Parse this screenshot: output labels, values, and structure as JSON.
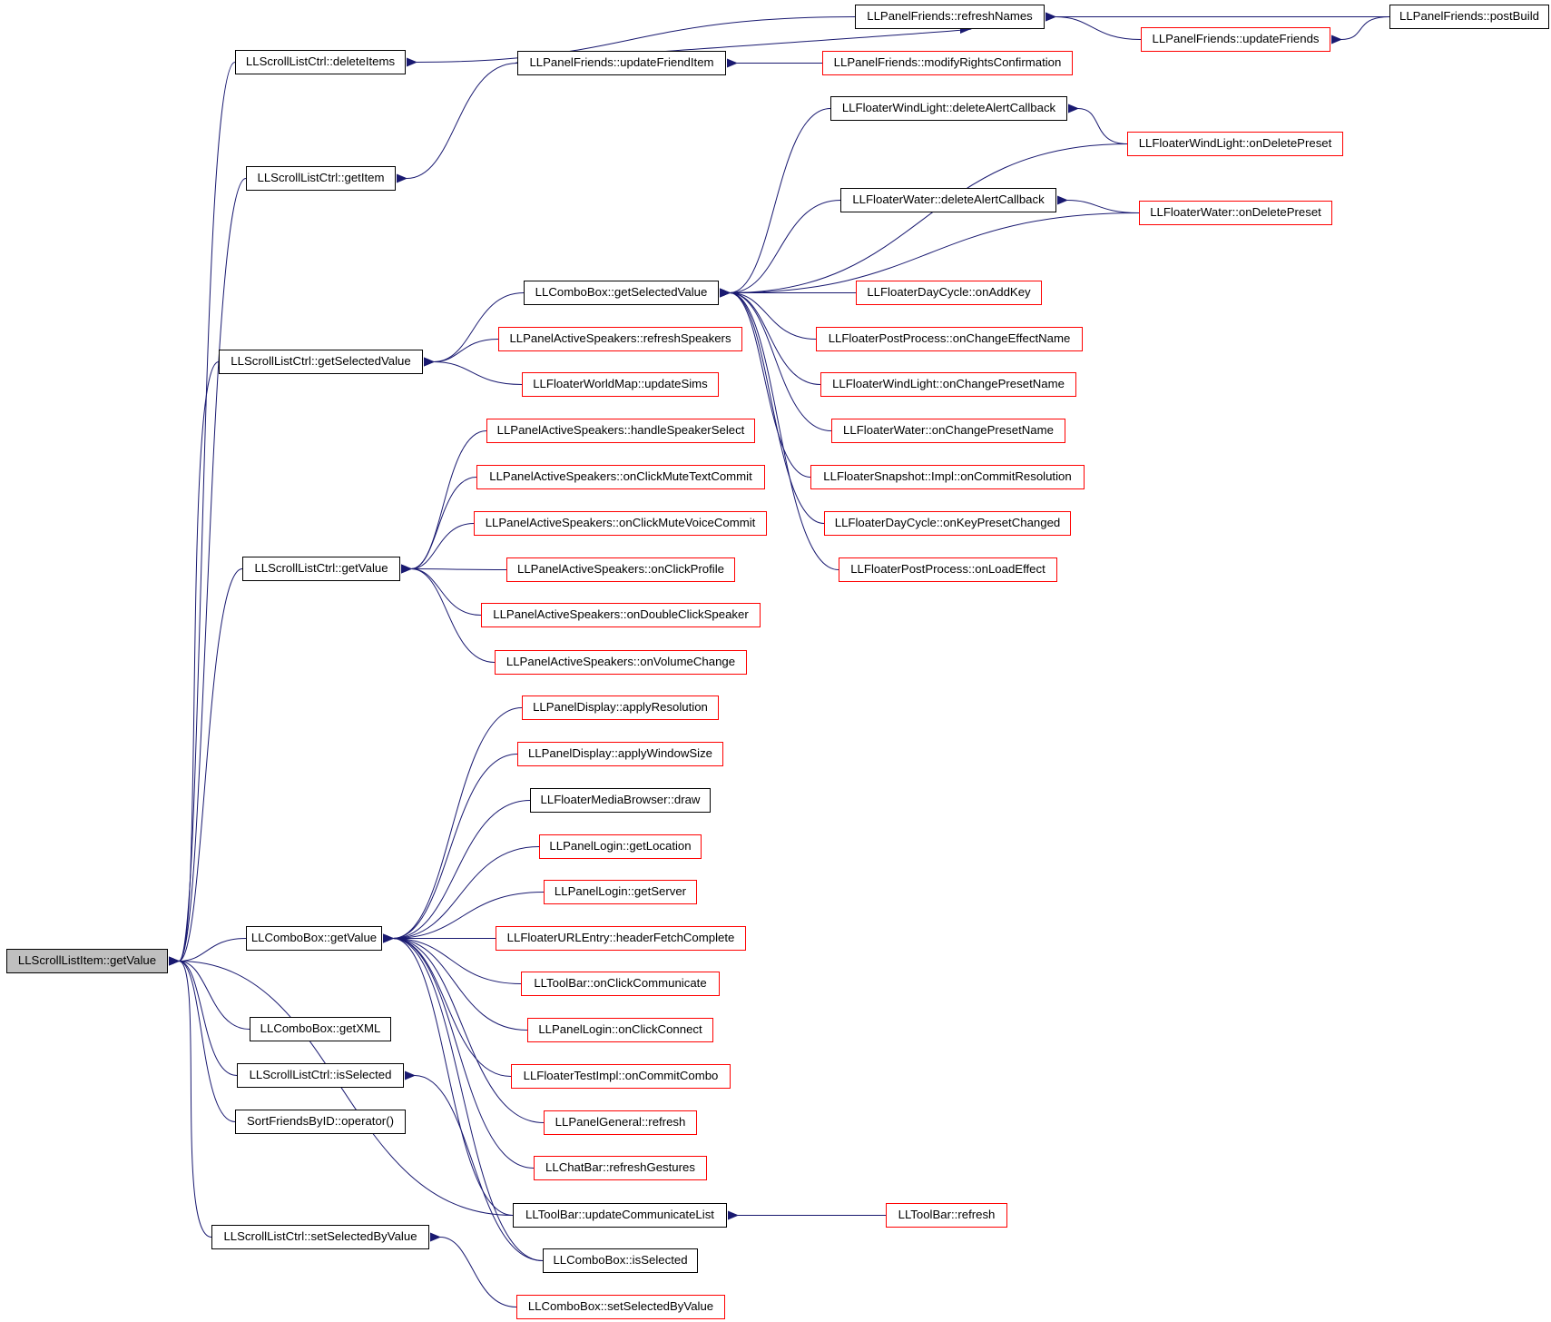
{
  "diagram": {
    "colors": {
      "edge": "#191970",
      "node_border": "#000000",
      "truncated_border": "#ff0000",
      "root_fill": "#bfbfbf"
    },
    "nodes": [
      {
        "id": "root",
        "label": "LLScrollListItem::getValue",
        "style": "root"
      },
      {
        "id": "slc_deleteItems",
        "label": "LLScrollListCtrl::deleteItems",
        "style": "normal"
      },
      {
        "id": "slc_getItem",
        "label": "LLScrollListCtrl::getItem",
        "style": "normal"
      },
      {
        "id": "slc_getSelectedValue",
        "label": "LLScrollListCtrl::getSelectedValue",
        "style": "normal"
      },
      {
        "id": "slc_getValue",
        "label": "LLScrollListCtrl::getValue",
        "style": "normal"
      },
      {
        "id": "cb_getValue",
        "label": "LLComboBox::getValue",
        "style": "normal"
      },
      {
        "id": "cb_getXML",
        "label": "LLComboBox::getXML",
        "style": "normal"
      },
      {
        "id": "slc_isSelected",
        "label": "LLScrollListCtrl::isSelected",
        "style": "normal"
      },
      {
        "id": "sfbi_op",
        "label": "SortFriendsByID::operator()",
        "style": "normal"
      },
      {
        "id": "slc_setSelectedByValue",
        "label": "LLScrollListCtrl::setSelectedByValue",
        "style": "normal"
      },
      {
        "id": "pf_refreshNames",
        "label": "LLPanelFriends::refreshNames",
        "style": "normal"
      },
      {
        "id": "pf_postBuild",
        "label": "LLPanelFriends::postBuild",
        "style": "normal"
      },
      {
        "id": "pf_updateFriends",
        "label": "LLPanelFriends::updateFriends",
        "style": "truncated"
      },
      {
        "id": "pf_updateFriendItem",
        "label": "LLPanelFriends::updateFriendItem",
        "style": "normal"
      },
      {
        "id": "pf_modifyRights",
        "label": "LLPanelFriends::modifyRightsConfirmation",
        "style": "truncated"
      },
      {
        "id": "fwl_deleteAlert",
        "label": "LLFloaterWindLight::deleteAlertCallback",
        "style": "normal"
      },
      {
        "id": "fwl_onDeletePreset",
        "label": "LLFloaterWindLight::onDeletePreset",
        "style": "truncated"
      },
      {
        "id": "fw_deleteAlert",
        "label": "LLFloaterWater::deleteAlertCallback",
        "style": "normal"
      },
      {
        "id": "fw_onDeletePreset",
        "label": "LLFloaterWater::onDeletePreset",
        "style": "truncated"
      },
      {
        "id": "cb_getSelectedValue",
        "label": "LLComboBox::getSelectedValue",
        "style": "normal"
      },
      {
        "id": "fdc_onAddKey",
        "label": "LLFloaterDayCycle::onAddKey",
        "style": "truncated"
      },
      {
        "id": "fpp_onChangeEffectName",
        "label": "LLFloaterPostProcess::onChangeEffectName",
        "style": "truncated"
      },
      {
        "id": "fwl_onChangePresetName",
        "label": "LLFloaterWindLight::onChangePresetName",
        "style": "truncated"
      },
      {
        "id": "fw_onChangePresetName",
        "label": "LLFloaterWater::onChangePresetName",
        "style": "truncated"
      },
      {
        "id": "fs_onCommitResolution",
        "label": "LLFloaterSnapshot::Impl::onCommitResolution",
        "style": "truncated"
      },
      {
        "id": "fdc_onKeyPresetChanged",
        "label": "LLFloaterDayCycle::onKeyPresetChanged",
        "style": "truncated"
      },
      {
        "id": "fpp_onLoadEffect",
        "label": "LLFloaterPostProcess::onLoadEffect",
        "style": "truncated"
      },
      {
        "id": "pas_refreshSpeakers",
        "label": "LLPanelActiveSpeakers::refreshSpeakers",
        "style": "truncated"
      },
      {
        "id": "fwm_updateSims",
        "label": "LLFloaterWorldMap::updateSims",
        "style": "truncated"
      },
      {
        "id": "pas_handleSpeakerSelect",
        "label": "LLPanelActiveSpeakers::handleSpeakerSelect",
        "style": "truncated"
      },
      {
        "id": "pas_onClickMuteText",
        "label": "LLPanelActiveSpeakers::onClickMuteTextCommit",
        "style": "truncated"
      },
      {
        "id": "pas_onClickMuteVoice",
        "label": "LLPanelActiveSpeakers::onClickMuteVoiceCommit",
        "style": "truncated"
      },
      {
        "id": "pas_onClickProfile",
        "label": "LLPanelActiveSpeakers::onClickProfile",
        "style": "truncated"
      },
      {
        "id": "pas_onDoubleClick",
        "label": "LLPanelActiveSpeakers::onDoubleClickSpeaker",
        "style": "truncated"
      },
      {
        "id": "pas_onVolumeChange",
        "label": "LLPanelActiveSpeakers::onVolumeChange",
        "style": "truncated"
      },
      {
        "id": "pd_applyResolution",
        "label": "LLPanelDisplay::applyResolution",
        "style": "truncated"
      },
      {
        "id": "pd_applyWindowSize",
        "label": "LLPanelDisplay::applyWindowSize",
        "style": "truncated"
      },
      {
        "id": "fmb_draw",
        "label": "LLFloaterMediaBrowser::draw",
        "style": "normal"
      },
      {
        "id": "pl_getLocation",
        "label": "LLPanelLogin::getLocation",
        "style": "truncated"
      },
      {
        "id": "pl_getServer",
        "label": "LLPanelLogin::getServer",
        "style": "truncated"
      },
      {
        "id": "fue_headerFetch",
        "label": "LLFloaterURLEntry::headerFetchComplete",
        "style": "truncated"
      },
      {
        "id": "tb_onClickCommunicate",
        "label": "LLToolBar::onClickCommunicate",
        "style": "truncated"
      },
      {
        "id": "pl_onClickConnect",
        "label": "LLPanelLogin::onClickConnect",
        "style": "truncated"
      },
      {
        "id": "fti_onCommitCombo",
        "label": "LLFloaterTestImpl::onCommitCombo",
        "style": "truncated"
      },
      {
        "id": "pg_refresh",
        "label": "LLPanelGeneral::refresh",
        "style": "truncated"
      },
      {
        "id": "cbar_refreshGestures",
        "label": "LLChatBar::refreshGestures",
        "style": "truncated"
      },
      {
        "id": "tb_updateCommList",
        "label": "LLToolBar::updateCommunicateList",
        "style": "normal"
      },
      {
        "id": "tb_refresh",
        "label": "LLToolBar::refresh",
        "style": "truncated"
      },
      {
        "id": "cb_isSelected",
        "label": "LLComboBox::isSelected",
        "style": "normal"
      },
      {
        "id": "cb_setSelectedByValue",
        "label": "LLComboBox::setSelectedByValue",
        "style": "truncated"
      }
    ],
    "edges": [
      [
        "root",
        "slc_deleteItems"
      ],
      [
        "root",
        "slc_getItem"
      ],
      [
        "root",
        "slc_getSelectedValue"
      ],
      [
        "root",
        "slc_getValue"
      ],
      [
        "root",
        "cb_getValue"
      ],
      [
        "root",
        "cb_getXML"
      ],
      [
        "root",
        "slc_isSelected"
      ],
      [
        "root",
        "sfbi_op"
      ],
      [
        "root",
        "slc_setSelectedByValue"
      ],
      [
        "root",
        "tb_updateCommList"
      ],
      [
        "slc_deleteItems",
        "pf_refreshNames"
      ],
      [
        "pf_refreshNames",
        "pf_postBuild"
      ],
      [
        "pf_refreshNames",
        "pf_updateFriends"
      ],
      [
        "pf_refreshNames",
        "pf_updateFriendItem"
      ],
      [
        "pf_updateFriends",
        "pf_postBuild"
      ],
      [
        "pf_updateFriendItem",
        "pf_modifyRights"
      ],
      [
        "slc_getItem",
        "pf_updateFriendItem"
      ],
      [
        "slc_getSelectedValue",
        "cb_getSelectedValue"
      ],
      [
        "slc_getSelectedValue",
        "pas_refreshSpeakers"
      ],
      [
        "slc_getSelectedValue",
        "fwm_updateSims"
      ],
      [
        "cb_getSelectedValue",
        "fwl_deleteAlert"
      ],
      [
        "cb_getSelectedValue",
        "fwl_onDeletePreset"
      ],
      [
        "cb_getSelectedValue",
        "fw_deleteAlert"
      ],
      [
        "cb_getSelectedValue",
        "fw_onDeletePreset"
      ],
      [
        "cb_getSelectedValue",
        "fdc_onAddKey"
      ],
      [
        "cb_getSelectedValue",
        "fpp_onChangeEffectName"
      ],
      [
        "cb_getSelectedValue",
        "fwl_onChangePresetName"
      ],
      [
        "cb_getSelectedValue",
        "fw_onChangePresetName"
      ],
      [
        "cb_getSelectedValue",
        "fs_onCommitResolution"
      ],
      [
        "cb_getSelectedValue",
        "fdc_onKeyPresetChanged"
      ],
      [
        "cb_getSelectedValue",
        "fpp_onLoadEffect"
      ],
      [
        "fwl_deleteAlert",
        "fwl_onDeletePreset"
      ],
      [
        "fw_deleteAlert",
        "fw_onDeletePreset"
      ],
      [
        "slc_getValue",
        "pas_handleSpeakerSelect"
      ],
      [
        "slc_getValue",
        "pas_onClickMuteText"
      ],
      [
        "slc_getValue",
        "pas_onClickMuteVoice"
      ],
      [
        "slc_getValue",
        "pas_onClickProfile"
      ],
      [
        "slc_getValue",
        "pas_onDoubleClick"
      ],
      [
        "slc_getValue",
        "pas_onVolumeChange"
      ],
      [
        "cb_getValue",
        "pd_applyResolution"
      ],
      [
        "cb_getValue",
        "pd_applyWindowSize"
      ],
      [
        "cb_getValue",
        "fmb_draw"
      ],
      [
        "cb_getValue",
        "pl_getLocation"
      ],
      [
        "cb_getValue",
        "pl_getServer"
      ],
      [
        "cb_getValue",
        "fue_headerFetch"
      ],
      [
        "cb_getValue",
        "tb_onClickCommunicate"
      ],
      [
        "cb_getValue",
        "pl_onClickConnect"
      ],
      [
        "cb_getValue",
        "fti_onCommitCombo"
      ],
      [
        "cb_getValue",
        "pg_refresh"
      ],
      [
        "cb_getValue",
        "cbar_refreshGestures"
      ],
      [
        "cb_getValue",
        "tb_updateCommList"
      ],
      [
        "cb_getValue",
        "cb_isSelected"
      ],
      [
        "slc_isSelected",
        "cb_isSelected"
      ],
      [
        "tb_updateCommList",
        "tb_refresh"
      ],
      [
        "slc_setSelectedByValue",
        "cb_setSelectedByValue"
      ]
    ]
  }
}
